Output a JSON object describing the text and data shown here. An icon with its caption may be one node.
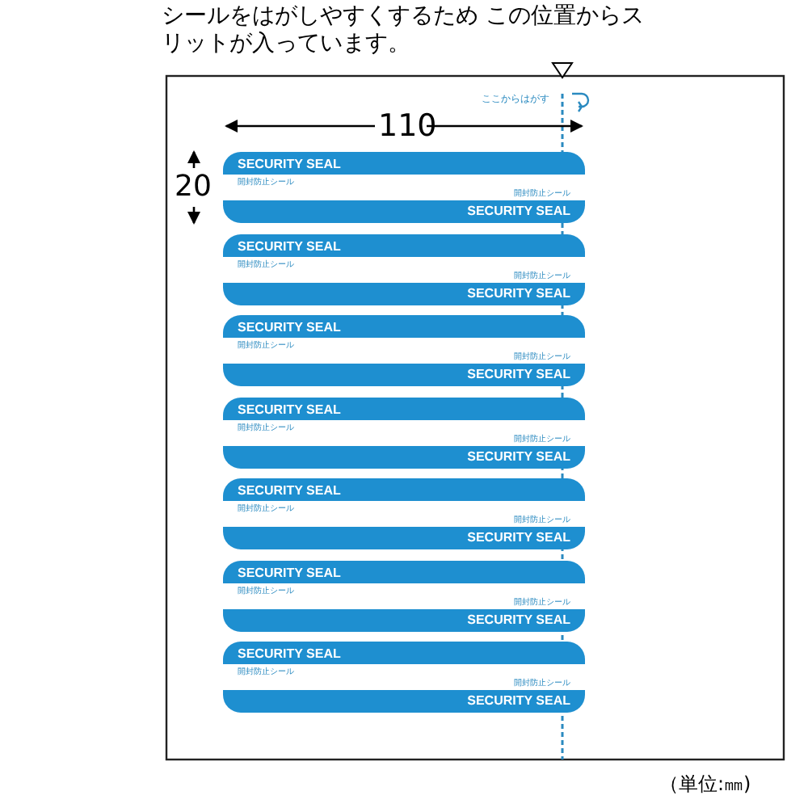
{
  "diagram": {
    "nodes": [
      {
        "text": [
          "SECURITY SEAL",
          "開封防止シール",
          "開封防止シール",
          "SECURITY SEAL"
        ]
      },
      {
        "text": [
          "SECURITY SEAL",
          "開封防止シール",
          "開封防止シール",
          "SECURITY SEAL"
        ]
      },
      {
        "text": [
          "SECURITY SEAL",
          "開封防止シール",
          "開封防止シール",
          "SECURITY SEAL"
        ]
      },
      {
        "text": [
          "SECURITY SEAL",
          "開封防止シール",
          "開封防止シール",
          "SECURITY SEAL"
        ]
      },
      {
        "text": [
          "SECURITY SEAL",
          "開封防止シール",
          "開封防止シール",
          "SECURITY SEAL"
        ]
      },
      {
        "text": [
          "SECURITY SEAL",
          "開封防止シール",
          "開封防止シール",
          "SECURITY SEAL"
        ]
      },
      {
        "text": [
          "SECURITY SEAL",
          "開封防止シール",
          "開封防止シール",
          "SECURITY SEAL"
        ]
      }
    ],
    "labels": [
      "シールをはがしやすくするため この位置からスリットが入っています。",
      "ここからはがす",
      "110",
      "20",
      "（単位:㎜)"
    ]
  }
}
